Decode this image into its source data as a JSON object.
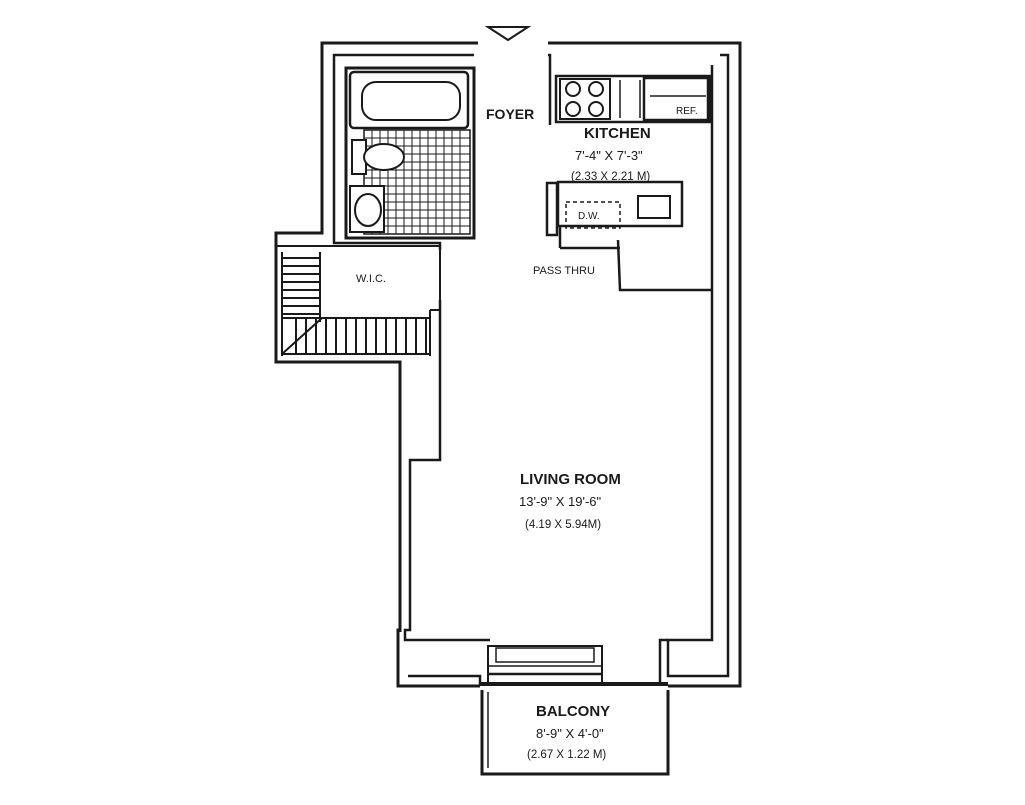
{
  "labels": {
    "foyer": "FOYER",
    "wic": "W.I.C.",
    "pass_thru": "PASS THRU",
    "dw": "D.W.",
    "ref": "REF."
  },
  "rooms": {
    "kitchen": {
      "name": "KITCHEN",
      "dims": "7'-4\" X 7'-3\"",
      "metric": "(2.33 X 2.21 M)"
    },
    "living": {
      "name": "LIVING ROOM",
      "dims": "13'-9\" X 19'-6\"",
      "metric": "(4.19 X 5.94M)"
    },
    "balcony": {
      "name": "BALCONY",
      "dims": "8'-9\" X 4'-0\"",
      "metric": "(2.67 X 1.22 M)"
    }
  },
  "colors": {
    "wall": "#1a1a1a",
    "background": "#ffffff"
  }
}
